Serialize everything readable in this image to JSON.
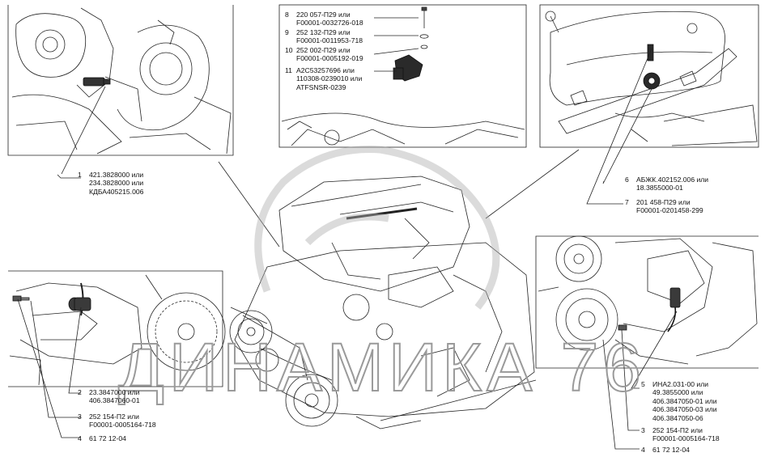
{
  "callouts": {
    "c1": {
      "num": "1",
      "lines": [
        "421.3828000 или",
        "234.3828000 или",
        "КДБА405215.006"
      ]
    },
    "c8": {
      "num": "8",
      "lines": [
        "220 057-П29 или",
        "F00001-0032726-018"
      ]
    },
    "c9": {
      "num": "9",
      "lines": [
        "252 132-П29 или",
        "F00001-0011953-718"
      ]
    },
    "c10": {
      "num": "10",
      "lines": [
        "252 002-П29 или",
        "F00001-0005192-019"
      ]
    },
    "c11": {
      "num": "11",
      "lines": [
        "A2C53257696 или",
        "110308-0239010 или",
        "ATFSNSR-0239"
      ]
    },
    "c6": {
      "num": "6",
      "lines": [
        "АБЖК.402152.006 или",
        "18.3855000-01"
      ]
    },
    "c7": {
      "num": "7",
      "lines": [
        "201 458-П29 или",
        "F00001-0201458-299"
      ]
    },
    "c2": {
      "num": "2",
      "lines": [
        "23.3847000 или",
        "406.3847060-01"
      ]
    },
    "c3a": {
      "num": "3",
      "lines": [
        "252 154-П2 или",
        "F00001-0005164-718"
      ]
    },
    "c4a": {
      "num": "4",
      "lines": [
        "61 72 12-04"
      ]
    },
    "c5": {
      "num": "5",
      "lines": [
        "ИНА2.031-00 или",
        "49.3855000 или",
        "406.3847050-01 или",
        "406.3847050-03 или",
        "406.3847050-06"
      ]
    },
    "c3b": {
      "num": "3",
      "lines": [
        "252 154-П2 или",
        "F00001-0005164-718"
      ]
    },
    "c4b": {
      "num": "4",
      "lines": [
        "61 72 12-04"
      ]
    }
  },
  "watermark": {
    "text": "ДИНАМИКА 76"
  },
  "colors": {
    "line": "#222222",
    "accent": "#2a2a2a",
    "watermark": "#9a9a9a"
  }
}
